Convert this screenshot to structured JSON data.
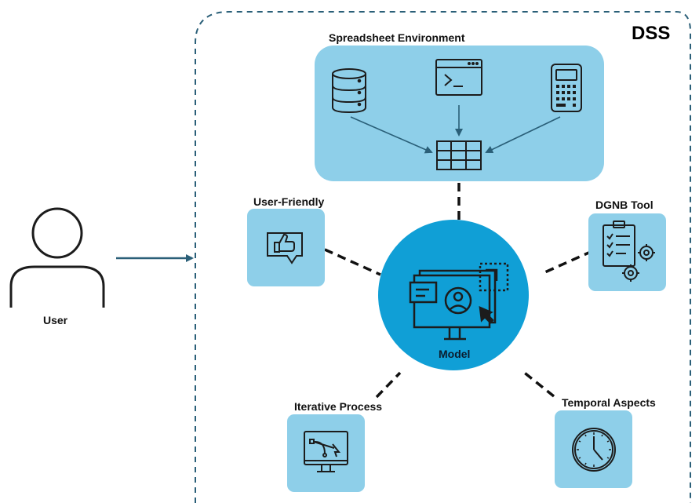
{
  "system": {
    "label": "DSS"
  },
  "user": {
    "label": "User"
  },
  "spreadsheet": {
    "title": "Spreadsheet Environment"
  },
  "model": {
    "label": "Model"
  },
  "nodes": {
    "user_friendly": "User-Friendly",
    "dgnb_tool": "DGNB Tool",
    "iterative_process": "Iterative Process",
    "temporal_aspects": "Temporal Aspects"
  },
  "colors": {
    "box_light": "#8ecfe9",
    "model_circle": "#109fd6",
    "border_dash": "#2a5f78",
    "arrow": "#2a5f78",
    "icon_stroke": "#1c1c1c"
  }
}
